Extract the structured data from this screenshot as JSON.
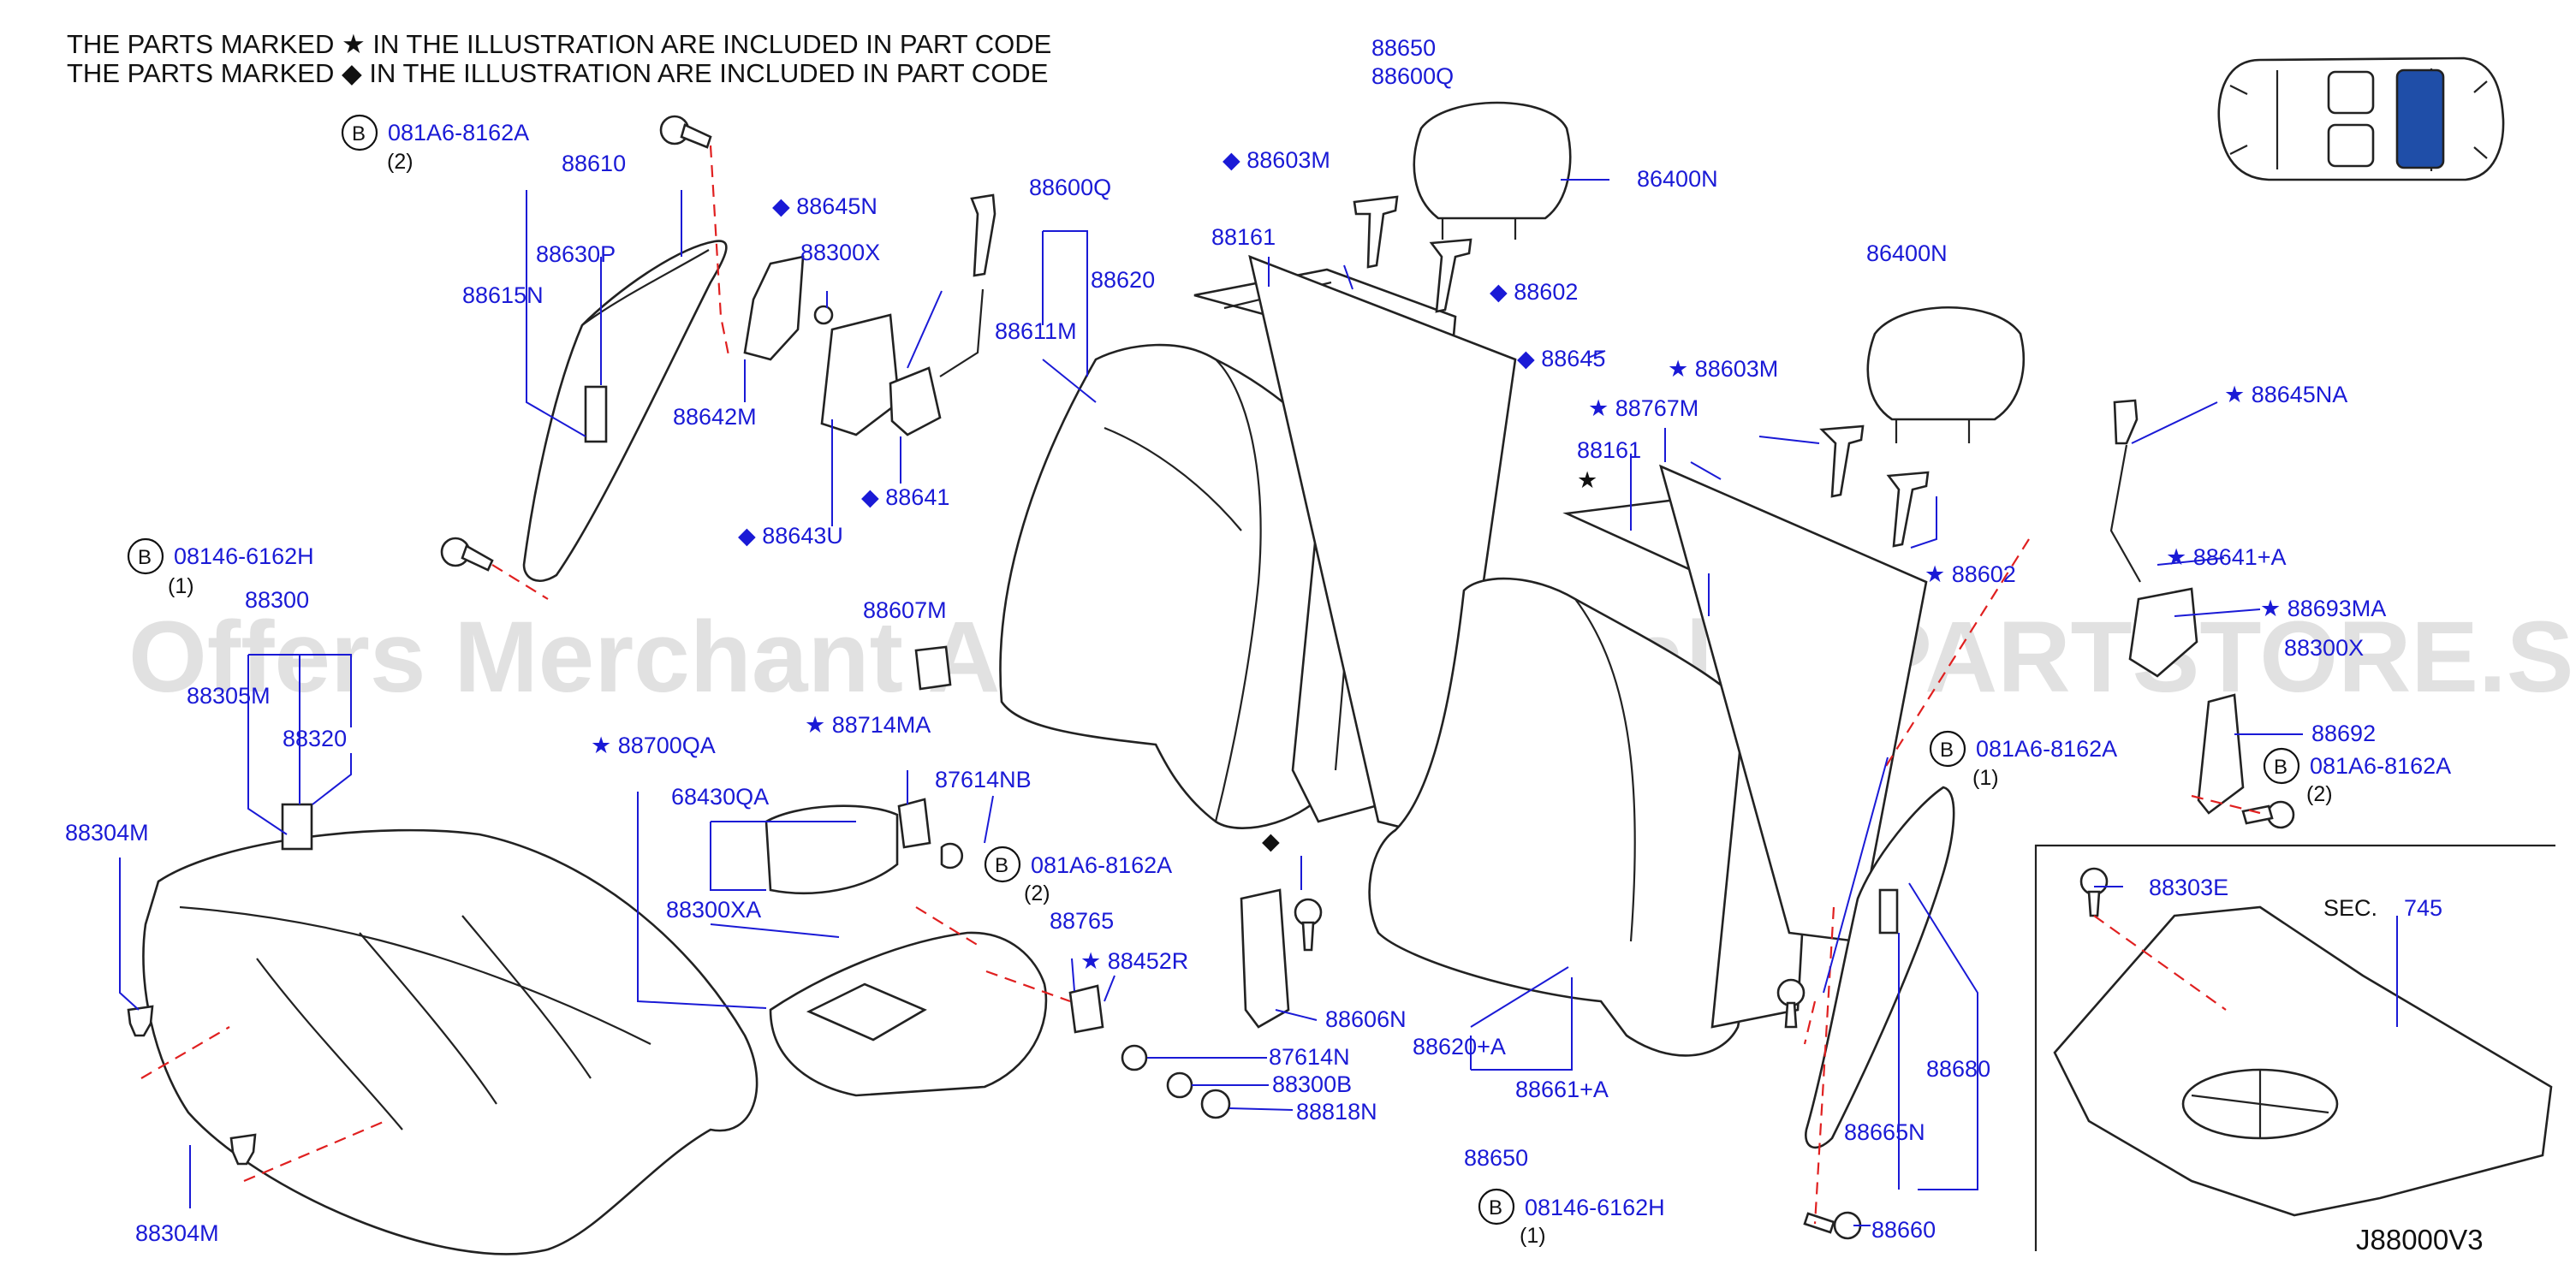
{
  "notes": {
    "line1": "THE PARTS MARKED ★ IN THE ILLUSTRATION ARE INCLUDED IN PART CODE",
    "line2": "THE PARTS MARKED ◆ IN THE ILLUSTRATION ARE INCLUDED IN PART CODE"
  },
  "watermark": "Offers Merchant Auto Parts Catalog PARTSTORE.SA",
  "diagram_code": "J88000V3",
  "section": {
    "label": "SEC.",
    "number": "745"
  },
  "labels": {
    "l88650a": "88650",
    "l88600q_top": "88600Q",
    "l86400n_a": "86400N",
    "l86400n_b": "86400N",
    "l88603m_a": "◆ 88603M",
    "l88603m_b": "★ 88603M",
    "l88602_a": "◆ 88602",
    "l88602_b": "★ 88602",
    "l88645": "◆ 88645",
    "l88767m": "★ 88767M",
    "l88161_a": "88161",
    "l88161_b": "88161",
    "star_solo": "★",
    "diamond_solo": "◆",
    "l081a6_a": "081A6-8162A",
    "l081a6_b": "081A6-8162A",
    "l081a6_c": "081A6-8162A",
    "l081a6_d": "081A6-8162A",
    "l08146_a": "08146-6162H",
    "l08146_b": "08146-6162H",
    "q2_a": "(2)",
    "q2_b": "(2)",
    "q2_c": "(2)",
    "q1_a": "(1)",
    "q1_b": "(1)",
    "q1_c": "(1)",
    "l88610": "88610",
    "l88630p": "88630P",
    "l88615n": "88615N",
    "l88645n": "◆ 88645N",
    "l88300x_a": "88300X",
    "l88300x_b": "88300X",
    "l88642m": "88642M",
    "l88643u": "◆ 88643U",
    "l88641": "◆ 88641",
    "l88600q": "88600Q",
    "l88620": "88620",
    "l88611m": "88611M",
    "l88300": "88300",
    "l88305m": "88305M",
    "l88320": "88320",
    "l88304m_a": "88304M",
    "l88304m_b": "88304M",
    "l88607m": "88607M",
    "l88700qa": "★ 88700QA",
    "l88714ma": "★ 88714MA",
    "l68430qa": "68430QA",
    "l87614nb": "87614NB",
    "l88300xa": "88300XA",
    "l88765": "88765",
    "l88452r": "★ 88452R",
    "l87614n": "87614N",
    "l88300b": "88300B",
    "l88818n": "88818N",
    "l88606n": "88606N",
    "l88620a": "88620+A",
    "l88661a": "88661+A",
    "l88650b": "88650",
    "l88645na": "★ 88645NA",
    "l88641a": "★ 88641+A",
    "l88693ma": "★ 88693MA",
    "l88692": "88692",
    "l88303e": "88303E",
    "l88680": "88680",
    "l88665n": "88665N",
    "l88660": "88660"
  },
  "badge_letter": "B",
  "colors": {
    "label": "#1a1ad6",
    "line": "#222222",
    "dash": "#e02020",
    "highlight": "#1f4ea8"
  }
}
